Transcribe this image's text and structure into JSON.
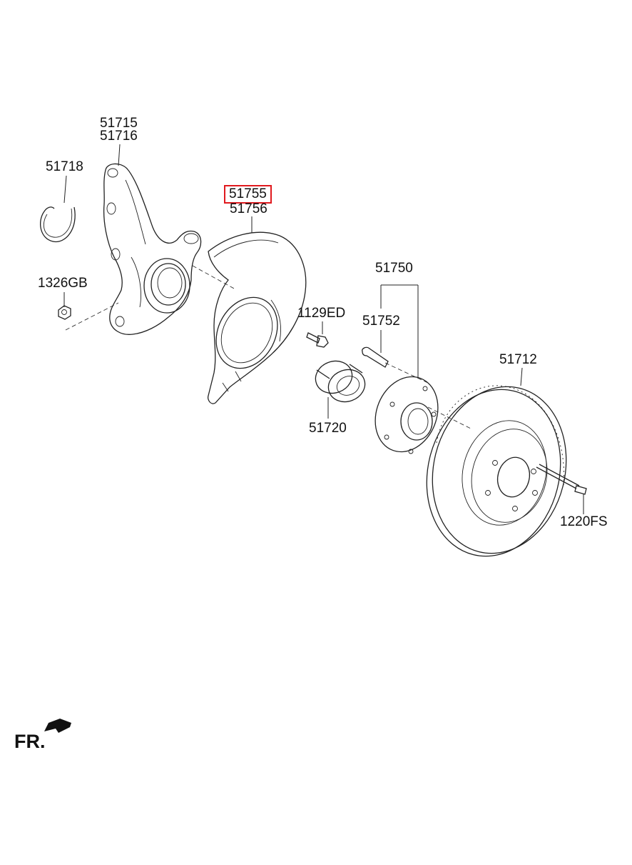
{
  "labels": {
    "knuckle_lh": "51715",
    "knuckle_rh": "51716",
    "snap_ring": "51718",
    "dust_cover_lh": "51755",
    "dust_cover_rh": "51756",
    "nut": "1326GB",
    "bolt": "1129ED",
    "hub_assy": "51750",
    "hub_bolt": "51752",
    "bearing": "51720",
    "disc": "51712",
    "screw": "1220FS"
  },
  "highlight": {
    "part": "51755",
    "color": "#e0191e"
  },
  "direction": {
    "text": "FR."
  }
}
